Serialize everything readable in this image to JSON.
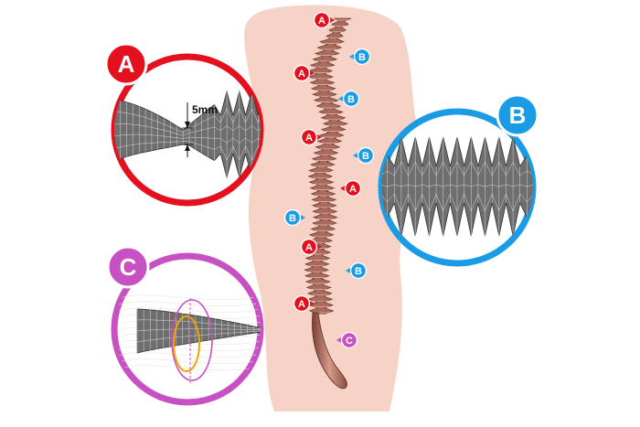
{
  "diagram": {
    "colors": {
      "a": "#e5101d",
      "b": "#1a9be6",
      "c": "#c750c2",
      "body": "#f7d2c6",
      "channel": "#a76a5d",
      "mesh": "#6e6e6e"
    },
    "detail_a": {
      "letter": "A",
      "dimension_label": "5mm"
    },
    "detail_b": {
      "letter": "B"
    },
    "detail_c": {
      "letter": "C"
    },
    "markers": [
      {
        "letter": "A",
        "type": "a"
      },
      {
        "letter": "B",
        "type": "b"
      },
      {
        "letter": "A",
        "type": "a"
      },
      {
        "letter": "B",
        "type": "b"
      },
      {
        "letter": "A",
        "type": "a"
      },
      {
        "letter": "B",
        "type": "b"
      },
      {
        "letter": "A",
        "type": "a"
      },
      {
        "letter": "B",
        "type": "b"
      },
      {
        "letter": "A",
        "type": "a"
      },
      {
        "letter": "B",
        "type": "b"
      },
      {
        "letter": "A",
        "type": "a"
      },
      {
        "letter": "C",
        "type": "c"
      }
    ]
  }
}
